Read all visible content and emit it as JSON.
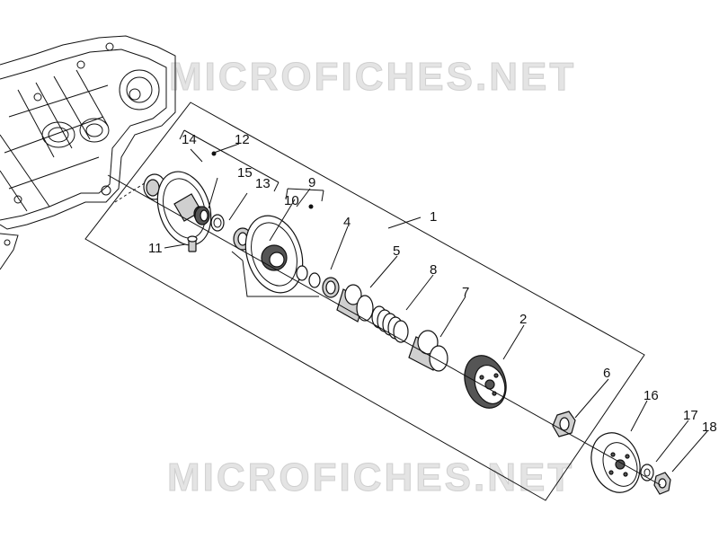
{
  "watermark": {
    "text_top": "MICROFICHES.NET",
    "text_bottom": "MICROFICHES.NET"
  },
  "callouts": {
    "c1": "1",
    "c2": "2",
    "c4": "4",
    "c5": "5",
    "c6": "6",
    "c7": "7",
    "c8": "8",
    "c9": "9",
    "c10": "10",
    "c11": "11",
    "c12": "12",
    "c13": "13",
    "c14": "14",
    "c15": "15",
    "c16": "16",
    "c17": "17",
    "c18": "18"
  },
  "colors": {
    "line": "#111111",
    "watermark_fill": "#e4e4e4",
    "part_shade": "#cfcfcf"
  }
}
